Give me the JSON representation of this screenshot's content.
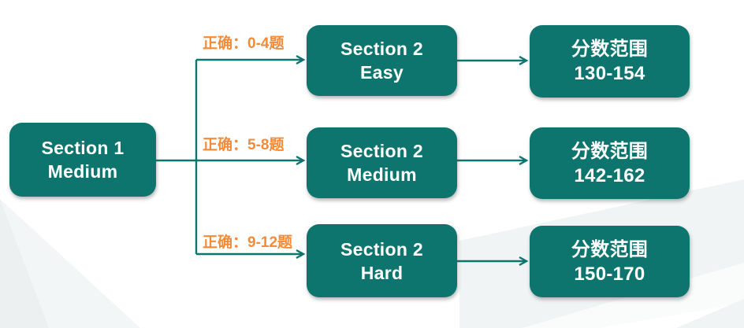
{
  "colors": {
    "teal": "#0d756e",
    "orange": "#f28b3a",
    "bg_shape": "#f1f4f4",
    "bg_shape_light": "#fafbfb"
  },
  "root": {
    "line1": "Section 1",
    "line2": "Medium"
  },
  "branches": [
    {
      "condition": "正确：0-4题",
      "node": {
        "line1": "Section 2",
        "line2": "Easy"
      },
      "score": {
        "line1": "分数范围",
        "line2": "130-154"
      }
    },
    {
      "condition": "正确：5-8题",
      "node": {
        "line1": "Section 2",
        "line2": "Medium"
      },
      "score": {
        "line1": "分数范围",
        "line2": "142-162"
      }
    },
    {
      "condition": "正确：9-12题",
      "node": {
        "line1": "Section 2",
        "line2": "Hard"
      },
      "score": {
        "line1": "分数范围",
        "line2": "150-170"
      }
    }
  ]
}
